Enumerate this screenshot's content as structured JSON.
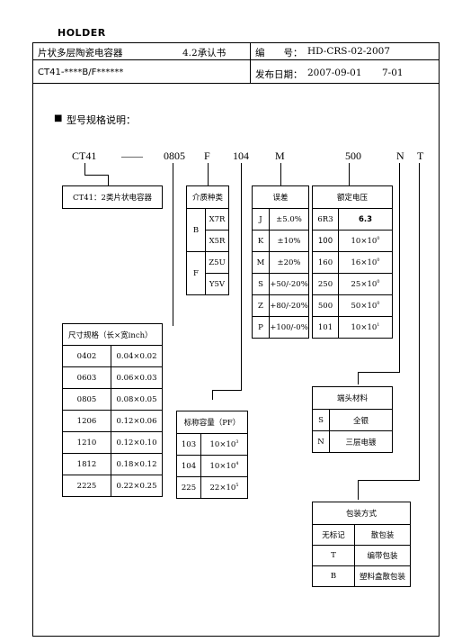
{
  "brand": "HOLDER",
  "header": {
    "doc_title": "片状多层陶瓷电容器",
    "doc_type": "4.2承认书",
    "code_label": "编　　号：",
    "code_value": "HD-CRS-02-2007",
    "part_number": "CT41-****B/F******",
    "date_label": "发布日期：",
    "date_value": "2007-09-01",
    "page": "7-01"
  },
  "section": {
    "bullet": "■",
    "title": "型号规格说明："
  },
  "code_parts": [
    "CT41",
    "——",
    "0805",
    "F",
    "104",
    "M",
    "500",
    "N",
    "T"
  ],
  "series_box": {
    "text": "CT41：2类片状电容器"
  },
  "dielectric": {
    "header": "介质种类",
    "groups": [
      {
        "code": "B",
        "materials": [
          "X7R",
          "X5R"
        ]
      },
      {
        "code": "F",
        "materials": [
          "Z5U",
          "Y5V"
        ]
      }
    ]
  },
  "tolerance": {
    "header": "误差",
    "rows": [
      [
        "J",
        "±5.0%"
      ],
      [
        "K",
        "±10%"
      ],
      [
        "M",
        "±20%"
      ],
      [
        "S",
        "+50/-20%"
      ],
      [
        "Z",
        "+80/-20%"
      ],
      [
        "P",
        "+100/-0%"
      ]
    ]
  },
  "voltage": {
    "header": "额定电压",
    "rows": [
      {
        "code": "6R3",
        "value": "6.3",
        "exp": ""
      },
      {
        "code": "100",
        "value": "10×10",
        "exp": "0"
      },
      {
        "code": "160",
        "value": "16×10",
        "exp": "0"
      },
      {
        "code": "250",
        "value": "25×10",
        "exp": "0"
      },
      {
        "code": "500",
        "value": "50×10",
        "exp": "0"
      },
      {
        "code": "101",
        "value": "10×10",
        "exp": "1"
      }
    ]
  },
  "size": {
    "header": "尺寸规格（长×宽inch）",
    "rows": [
      [
        "0402",
        "0.04×0.02"
      ],
      [
        "0603",
        "0.06×0.03"
      ],
      [
        "0805",
        "0.08×0.05"
      ],
      [
        "1206",
        "0.12×0.06"
      ],
      [
        "1210",
        "0.12×0.10"
      ],
      [
        "1812",
        "0.18×0.12"
      ],
      [
        "2225",
        "0.22×0.25"
      ]
    ]
  },
  "capacity": {
    "header": "标称容量（PF）",
    "rows": [
      {
        "code": "103",
        "value": "10×10",
        "exp": "3"
      },
      {
        "code": "104",
        "value": "10×10",
        "exp": "4"
      },
      {
        "code": "225",
        "value": "22×10",
        "exp": "5"
      }
    ]
  },
  "terminal": {
    "header": "端头材料",
    "rows": [
      [
        "S",
        "全银"
      ],
      [
        "N",
        "三层电镀"
      ]
    ]
  },
  "packaging": {
    "header": "包装方式",
    "rows": [
      [
        "无标记",
        "散包装"
      ],
      [
        "T",
        "编带包装"
      ],
      [
        "B",
        "塑料盒散包装"
      ]
    ]
  }
}
